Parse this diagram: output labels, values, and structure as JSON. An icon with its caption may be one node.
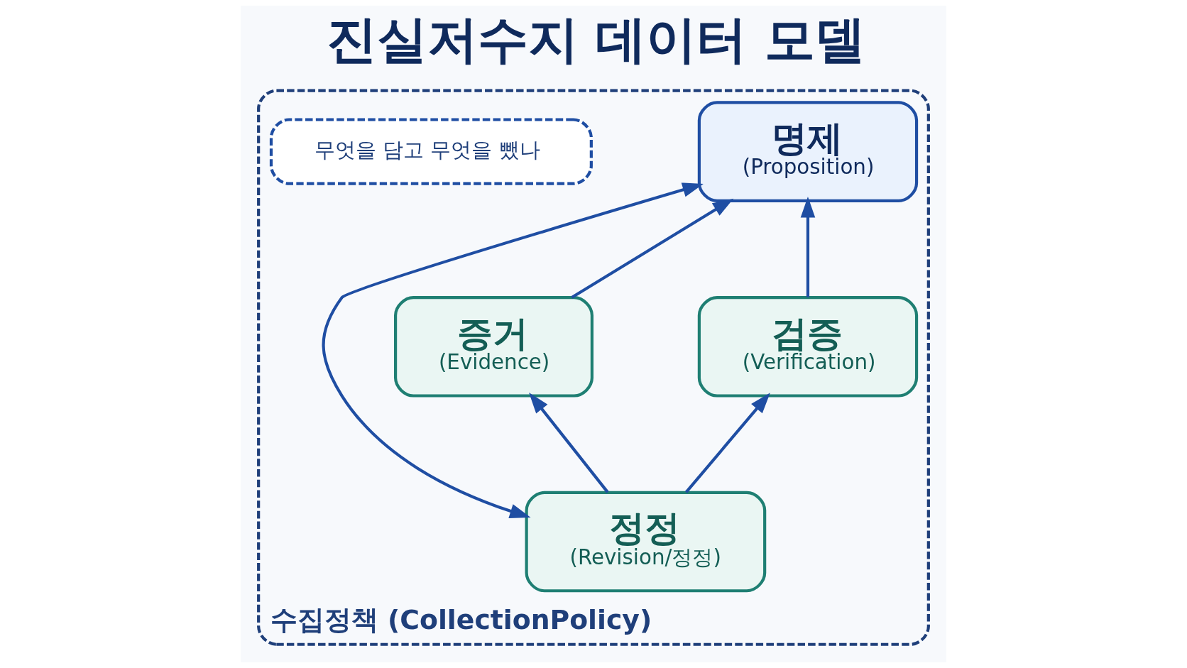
{
  "diagram": {
    "title": "진실저수지 데이터 모델",
    "nodes": [
      {
        "text": [
          "수집정책 (CollectionPolicy)"
        ]
      },
      {
        "text": [
          "명제",
          "(Proposition)"
        ],
        "in": 0
      },
      {
        "text": [
          "증거",
          "(Evidence)"
        ],
        "in": 0
      },
      {
        "text": [
          "검증",
          "(Verification)"
        ],
        "in": 0
      },
      {
        "text": [
          "정정",
          "(Revision/정정)"
        ],
        "in": 0
      },
      {
        "text": [
          "무엇을 담고 무엇을 뺐나"
        ],
        "in": 0
      }
    ],
    "edges": [
      {
        "from": 2,
        "to": 1,
        "arrow": "to"
      },
      {
        "from": 3,
        "to": 1,
        "arrow": "to"
      },
      {
        "from": 1,
        "to": 4,
        "arrow": "both"
      },
      {
        "from": 4,
        "to": 2,
        "arrow": "to"
      },
      {
        "from": 4,
        "to": 3,
        "arrow": "to"
      }
    ]
  }
}
